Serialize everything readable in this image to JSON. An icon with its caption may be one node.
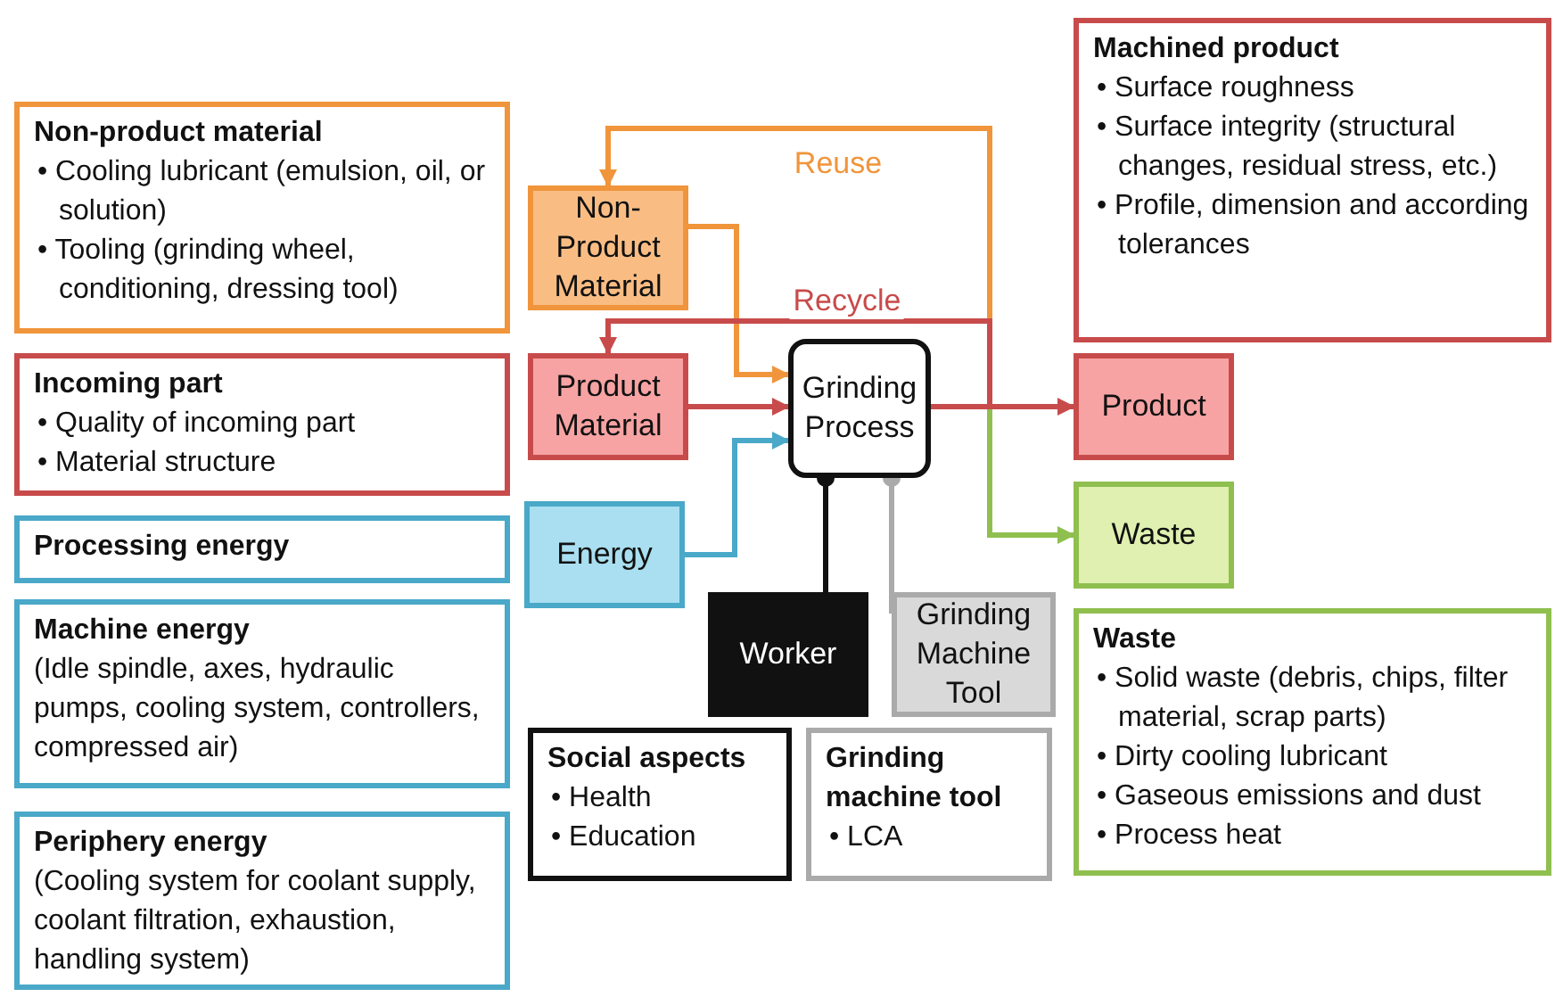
{
  "diagram": {
    "nodes": [
      {
        "text": [
          "Machined product",
          "• Surface roughness",
          "• Surface integrity (structural changes, residual stress, etc.)",
          "• Profile, dimension and according tolerances"
        ]
      },
      {
        "text": [
          "Non-product material",
          "• Cooling lubricant (emulsion, oil, or solution)",
          "• Tooling (grinding wheel, conditioning, dressing tool)"
        ]
      },
      {
        "text": [
          "Non-Product Material"
        ]
      },
      {
        "text": [
          "Incoming part",
          "• Quality of incoming part",
          "• Material structure"
        ]
      },
      {
        "text": [
          "Product Material"
        ]
      },
      {
        "text": [
          "Grinding Process"
        ]
      },
      {
        "text": [
          "Product"
        ]
      },
      {
        "text": [
          "Processing energy"
        ]
      },
      {
        "text": [
          "Energy"
        ]
      },
      {
        "text": [
          "Waste"
        ]
      },
      {
        "text": [
          "Machine energy",
          "(Idle spindle, axes, hydraulic pumps, cooling system, controllers, compressed air)"
        ]
      },
      {
        "text": [
          "Worker"
        ]
      },
      {
        "text": [
          "Grinding Machine Tool"
        ]
      },
      {
        "text": [
          "Waste",
          "• Solid waste (debris, chips, filter material, scrap parts)",
          "• Dirty cooling lubricant",
          "• Gaseous emissions and dust",
          "• Process heat"
        ]
      },
      {
        "text": [
          "Periphery energy",
          "(Cooling system for coolant supply, coolant filtration, exhaustion, handling system)"
        ]
      },
      {
        "text": [
          "Social aspects",
          "• Health",
          "• Education"
        ]
      },
      {
        "text": [
          "Grinding machine tool",
          "• LCA"
        ]
      }
    ],
    "edges": [
      {
        "from": 2,
        "to": 5,
        "arrow": "to",
        "color": "#f0953b"
      },
      {
        "from": 4,
        "to": 5,
        "arrow": "to",
        "color": "#c84b4b"
      },
      {
        "from": 8,
        "to": 5,
        "arrow": "to",
        "color": "#4aa8c8"
      },
      {
        "from": 5,
        "to": 6,
        "arrow": "to",
        "color": "#c84b4b"
      },
      {
        "from": 5,
        "to": 9,
        "arrow": "to",
        "color": "#8fbf4f"
      },
      {
        "from": 5,
        "to": 2,
        "arrow": "to",
        "label": "Reuse",
        "color": "#f0953b"
      },
      {
        "from": 5,
        "to": 4,
        "arrow": "to",
        "label": "Recycle",
        "color": "#c84b4b"
      },
      {
        "from": 11,
        "to": 5,
        "arrow": "other",
        "color": "#111111"
      },
      {
        "from": 12,
        "to": 5,
        "arrow": "other",
        "color": "#aaaaaa"
      }
    ]
  }
}
